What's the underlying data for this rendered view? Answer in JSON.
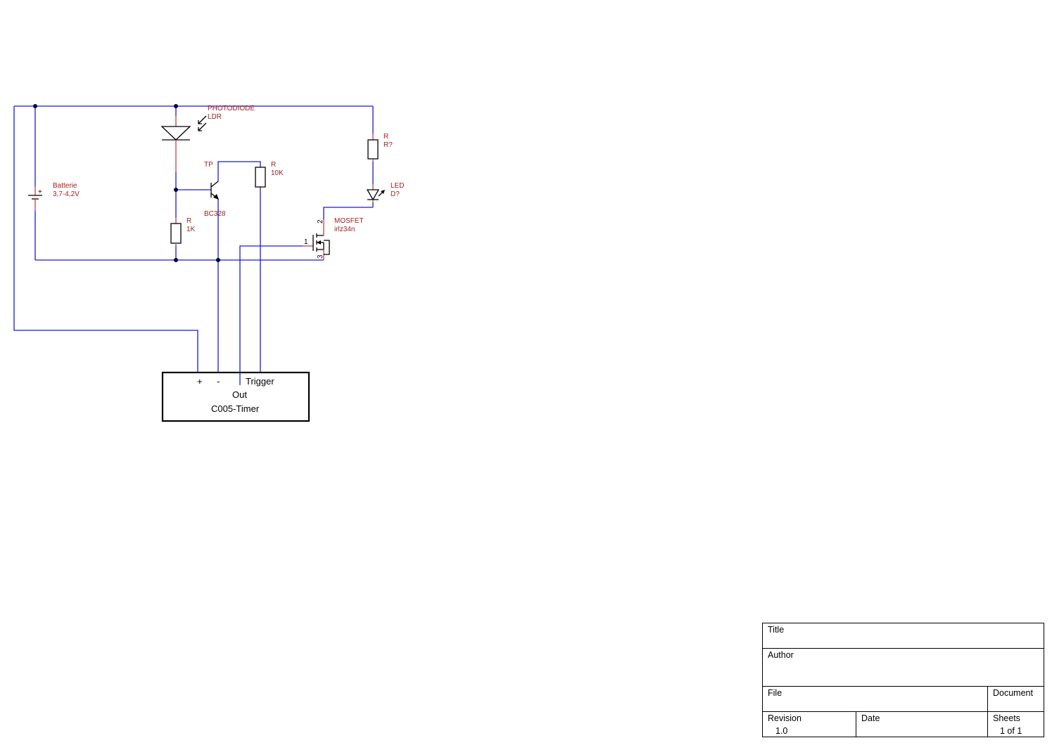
{
  "components": {
    "battery": {
      "name": "Batterie",
      "value": "3,7-4,2V",
      "polarity": "+"
    },
    "photodiode": {
      "name": "PHOTODIODE",
      "value": "LDR"
    },
    "transistor": {
      "name": "TP",
      "value": "BC328"
    },
    "r_base": {
      "name": "R",
      "value": "1K"
    },
    "r_collector": {
      "name": "R",
      "value": "10K"
    },
    "r_led": {
      "name": "R",
      "value": "R?"
    },
    "led": {
      "name": "LED",
      "value": "D?"
    },
    "mosfet": {
      "name": "MOSFET",
      "value": "irlz34n",
      "pins": {
        "gate": "1",
        "drain": "2",
        "source": "3"
      }
    }
  },
  "timer_block": {
    "pin_plus": "+",
    "pin_minus": "-",
    "pin_trigger": "Trigger",
    "pin_out": "Out",
    "name": "C005-Timer"
  },
  "title_block": {
    "title_label": "Title",
    "title_value": "",
    "author_label": "Author",
    "author_value": "",
    "file_label": "File",
    "document_label": "Document",
    "revision_label": "Revision",
    "revision_value": "1.0",
    "date_label": "Date",
    "date_value": "",
    "sheets_label": "Sheets",
    "sheets_value": "1 of 1"
  },
  "colors": {
    "wire": "#1a1ad0",
    "component_label": "#a02020",
    "symbol": "#000000"
  }
}
